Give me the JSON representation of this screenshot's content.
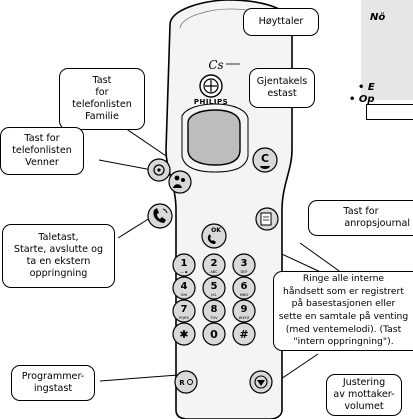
{
  "brand": {
    "logo_text": "PHILIPS",
    "model_script": "Cs"
  },
  "side_panel": {
    "fragments": [
      "Nö",
      "• E",
      "• Op"
    ]
  },
  "callouts": {
    "hoyttaler": [
      "Høyttaler"
    ],
    "familie": [
      "Tast",
      "for",
      "telefonlisten",
      "Familie"
    ],
    "gjentakel": [
      "Gjentakels",
      "estast"
    ],
    "venner": [
      "Tast for",
      "telefonlisten",
      "Venner"
    ],
    "anropsjournal": [
      "Tast for",
      "anropsjournal"
    ],
    "taletast": [
      "Taletast,",
      "Starte, avslutte og",
      "ta en ekstern",
      "oppringning"
    ],
    "ringe": [
      "Ringe alle interne",
      "håndsett som er registrert",
      "på basestasjonen eller",
      "sette en samtale på venting",
      "(med ventemelodi). (Tast",
      "\"intern oppringning\")."
    ],
    "programmer": [
      "Programmer-",
      "ingstast"
    ],
    "justering": [
      "Justering",
      "av mottaker-",
      "volumet"
    ]
  },
  "keypad": {
    "keys": [
      {
        "digit": "1",
        "sub": "— ▪"
      },
      {
        "digit": "2",
        "sub": "ABC"
      },
      {
        "digit": "3",
        "sub": "DEF"
      },
      {
        "digit": "4",
        "sub": "GHI"
      },
      {
        "digit": "5",
        "sub": "JKL"
      },
      {
        "digit": "6",
        "sub": "MNO"
      },
      {
        "digit": "7",
        "sub": "PQRS"
      },
      {
        "digit": "8",
        "sub": "TUV"
      },
      {
        "digit": "9",
        "sub": "WXYZ"
      },
      {
        "digit": "✱",
        "sub": ""
      },
      {
        "digit": "0",
        "sub": ""
      },
      {
        "digit": "#",
        "sub": ""
      }
    ],
    "ok_label": "OK",
    "c_label": "C",
    "r_label": "R"
  },
  "colors": {
    "phone_body": "#f4f4f4",
    "outline": "#000000",
    "screen": "#bdbdbd",
    "key_fill": "#d9d9d9",
    "side_panel": "#e6e6e6"
  }
}
